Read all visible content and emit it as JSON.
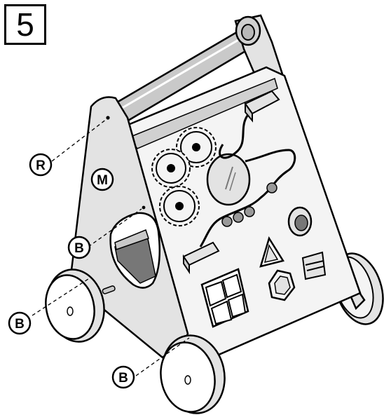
{
  "step": {
    "number": "5"
  },
  "callouts": {
    "r": "R",
    "m": "M",
    "b1": "B",
    "b2": "B",
    "b3": "B"
  },
  "colors": {
    "line": "#000000",
    "panel": "#e3e3e3",
    "board": "#f4f4f4",
    "bar": "#c9c9c9",
    "shadow": "#777777",
    "white": "#ffffff"
  }
}
